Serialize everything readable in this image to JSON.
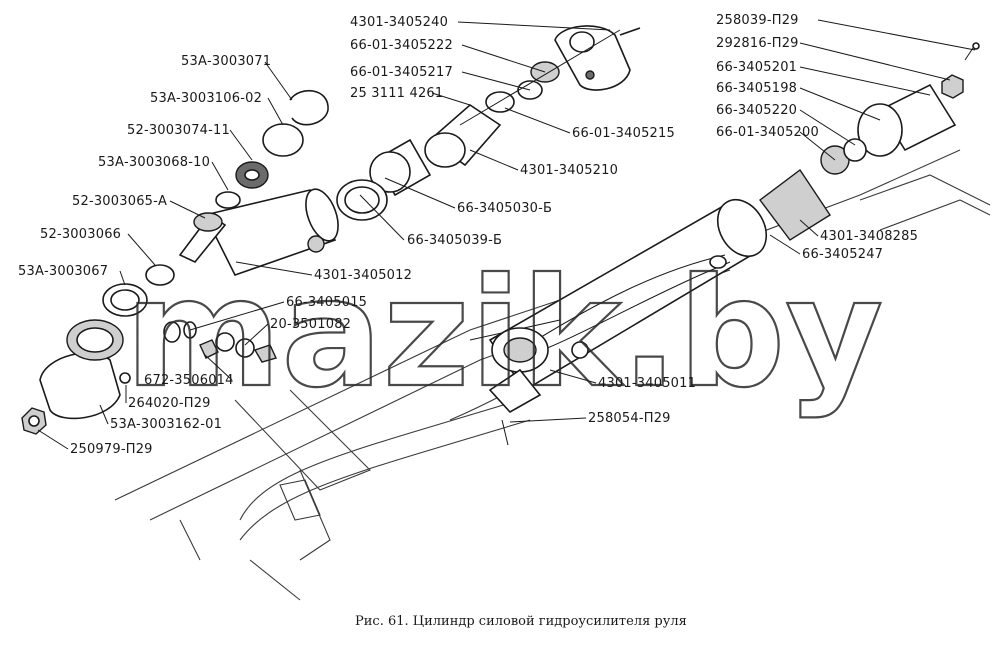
{
  "caption": "Рис. 61.  Цилиндр силовой гидроусилителя руля",
  "watermark": "mazik.by",
  "labels": [
    {
      "id": "l1",
      "text": "4301-3405240"
    },
    {
      "id": "l2",
      "text": "66-01-3405222"
    },
    {
      "id": "l3",
      "text": "66-01-3405217"
    },
    {
      "id": "l4",
      "text": "25 3111 4261"
    },
    {
      "id": "l5",
      "text": "66-01-3405215"
    },
    {
      "id": "l6",
      "text": "4301-3405210"
    },
    {
      "id": "l7",
      "text": "66-3405030-Б"
    },
    {
      "id": "l8",
      "text": "66-3405039-Б"
    },
    {
      "id": "l9",
      "text": "53А-3003071"
    },
    {
      "id": "l10",
      "text": "53А-3003106-02"
    },
    {
      "id": "l11",
      "text": "52-3003074-11"
    },
    {
      "id": "l12",
      "text": "53А-3003068-10"
    },
    {
      "id": "l13",
      "text": "52-3003065-А"
    },
    {
      "id": "l14",
      "text": "52-3003066"
    },
    {
      "id": "l15",
      "text": "53А-3003067"
    },
    {
      "id": "l16",
      "text": "4301-3405012"
    },
    {
      "id": "l17",
      "text": "66-3405015"
    },
    {
      "id": "l18",
      "text": "20-3501082"
    },
    {
      "id": "l19",
      "text": "672-3506014"
    },
    {
      "id": "l20",
      "text": "264020-П29"
    },
    {
      "id": "l21",
      "text": "53А-3003162-01"
    },
    {
      "id": "l22",
      "text": "250979-П29"
    },
    {
      "id": "l23",
      "text": "258039-П29"
    },
    {
      "id": "l24",
      "text": "292816-П29"
    },
    {
      "id": "l25",
      "text": "66-3405201"
    },
    {
      "id": "l26",
      "text": "66-3405198"
    },
    {
      "id": "l27",
      "text": "66-3405220"
    },
    {
      "id": "l28",
      "text": "66-01-3405200"
    },
    {
      "id": "l29",
      "text": "4301-3408285"
    },
    {
      "id": "l30",
      "text": "66-3405247"
    },
    {
      "id": "l31",
      "text": "4301-3405011"
    },
    {
      "id": "l32",
      "text": "258054-П29"
    }
  ]
}
